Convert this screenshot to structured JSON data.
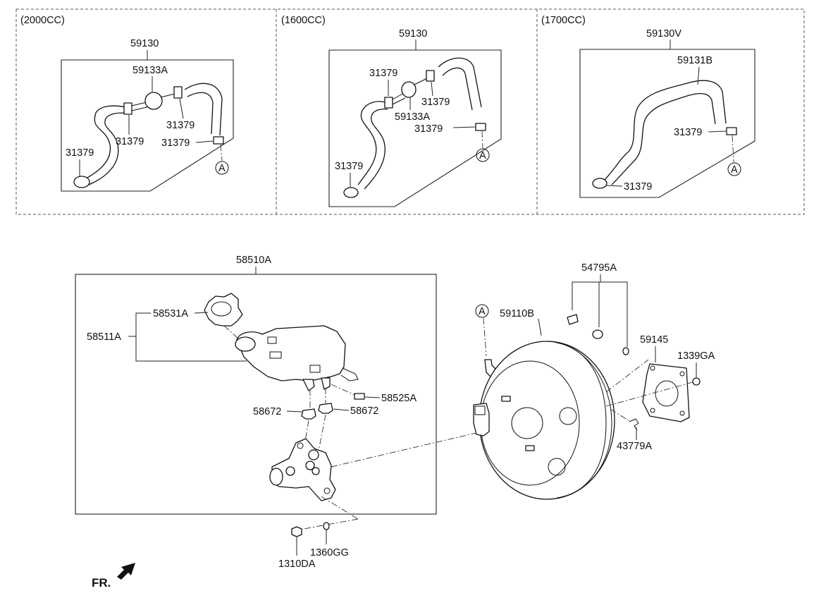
{
  "sections": [
    {
      "variant": "(2000CC)",
      "assembly": "59130",
      "parts": [
        "59133A",
        "31379",
        "31379",
        "31379",
        "31379"
      ],
      "ref": "A"
    },
    {
      "variant": "(1600CC)",
      "assembly": "59130",
      "parts": [
        "31379",
        "31379",
        "59133A",
        "31379",
        "31379"
      ],
      "ref": "A"
    },
    {
      "variant": "(1700CC)",
      "assembly": "59130V",
      "parts": [
        "59131B",
        "31379",
        "31379"
      ],
      "ref": "A"
    }
  ],
  "lower": {
    "master_cylinder": "58510A",
    "cap": "58531A",
    "reservoir": "58511A",
    "pin": "58525A",
    "grommet_left": "58672",
    "grommet_right": "58672",
    "nut": "1310DA",
    "washer": "1360GG",
    "booster": "59110B",
    "booster_ref": "A",
    "seal_kit": "54795A",
    "gasket": "59145",
    "plug": "1339GA",
    "clip": "43779A"
  },
  "fr_label": "FR."
}
